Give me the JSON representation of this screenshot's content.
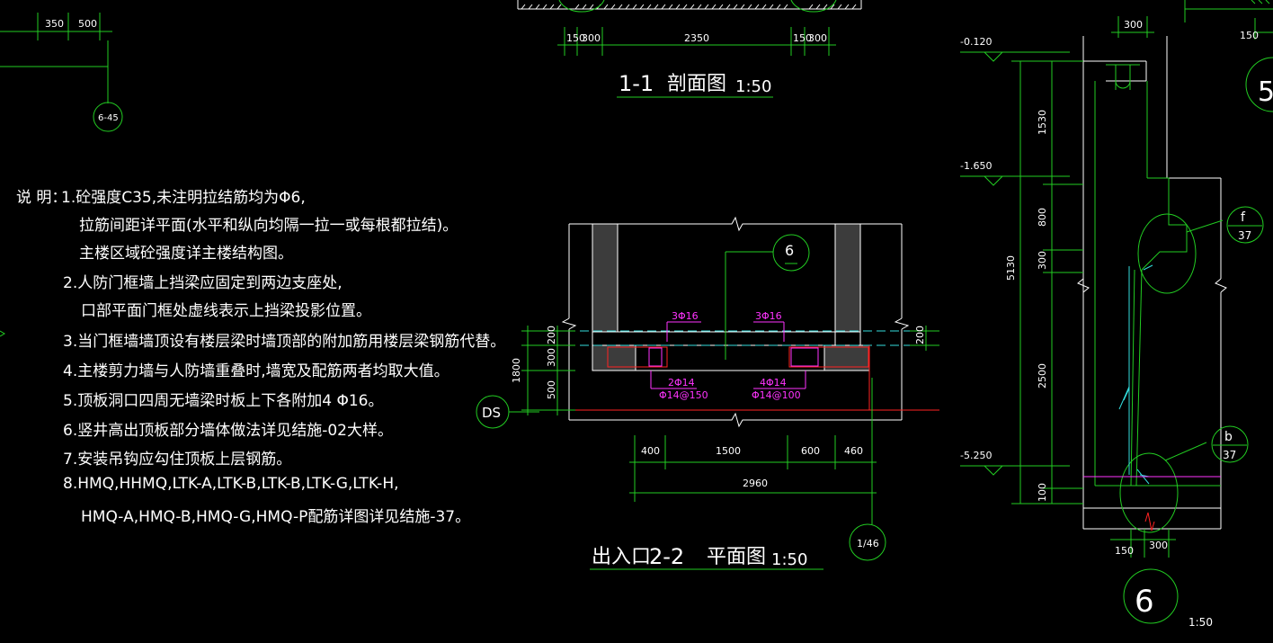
{
  "colors": {
    "background": "#000000",
    "line_green": "#22cc22",
    "line_white": "#ffffff",
    "rebar_magenta": "#ff33ff",
    "section_red": "#ff2222",
    "gridline_cyan": "#33dddd",
    "wall_fill": "#3c3c3c"
  },
  "top_left": {
    "dims": [
      "350",
      "500"
    ],
    "axis_bubble": "6-45"
  },
  "section_1_1": {
    "dims": [
      "150",
      "300",
      "2350",
      "150",
      "300"
    ],
    "title": "1-1",
    "title_name": "剖面图",
    "scale": "1:50"
  },
  "notes": {
    "label": "说  明：",
    "lines": [
      "1.砼强度C35,未注明拉结筋均为Φ6,",
      "拉筋间距详平面(水平和纵向均隔一拉一或每根都拉结)。",
      "主楼区域砼强度详主楼结构图。",
      "2.人防门框墙上挡梁应固定到两边支座处,",
      "口部平面门框处虚线表示上挡梁投影位置。",
      "3.当门框墙墙顶设有楼层梁时墙顶部的附加筋用楼层梁钢筋代替。",
      "4.主楼剪力墙与人防墙重叠时,墙宽及配筋两者均取大值。",
      "5.顶板洞口四周无墙梁时板上下各附加4 Φ16。",
      "6.竖井高出顶板部分墙体做法详见结施-02大样。",
      "7.安装吊钩应勾住顶板上层钢筋。",
      "8.HMQ,HHMQ,LTK-A,LTK-B,LTK-B,LTK-G,LTK-H,",
      "HMQ-A,HMQ-B,HMQ-G,HMQ-P配筋详图详见结施-37。"
    ]
  },
  "plan_2_2": {
    "section_bubble": "6",
    "rebar": [
      "3Φ16",
      "3Φ16",
      "2Φ14",
      "Φ14@150",
      "4Φ14",
      "Φ14@100"
    ],
    "left_dims": [
      "200",
      "300",
      "500",
      "1800"
    ],
    "right_dim": "200",
    "axis_left": "DS",
    "bottom_dims": [
      "400",
      "1500",
      "600",
      "460"
    ],
    "total_dim": "2960",
    "axis_bottom": "1/46",
    "title_prefix": "出入口",
    "title": "2-2",
    "title_name": "平面图",
    "scale": "1:50"
  },
  "section_6": {
    "top_dim": "300",
    "top_right_dim": "150",
    "elevations": [
      "-0.120",
      "-1.650",
      "-5.250"
    ],
    "vertical_dims": [
      "1530",
      "800",
      "300",
      "5130",
      "2500",
      "100"
    ],
    "detail_f": {
      "letter": "f",
      "sheet": "37"
    },
    "detail_b": {
      "letter": "b",
      "sheet": "37"
    },
    "bottom_dims": [
      "150",
      "300"
    ],
    "section_number": "6",
    "scale": "1:50",
    "edge_char": "5"
  }
}
